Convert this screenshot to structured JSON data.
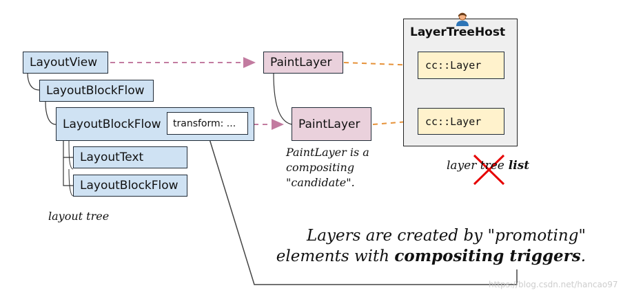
{
  "layout_tree": {
    "nodes": [
      "LayoutView",
      "LayoutBlockFlow",
      "LayoutBlockFlow",
      "LayoutText",
      "LayoutBlockFlow"
    ],
    "transform_label": "transform: ...",
    "caption": "layout tree"
  },
  "paint_layers": [
    "PaintLayer",
    "PaintLayer"
  ],
  "paint_note": [
    "PaintLayer is a",
    "compositing",
    "\"candidate\"."
  ],
  "layer_tree_host": {
    "title": "LayerTreeHost",
    "layers": [
      "cc::Layer",
      "cc::Layer"
    ]
  },
  "layer_tree_list": {
    "part1": "layer ",
    "struck": "tree",
    "part2": " list"
  },
  "main_caption": {
    "line1": "Layers are created by \"promoting\"",
    "line2_pre": "elements with ",
    "line2_bold": "compositing triggers",
    "line2_post": "."
  },
  "watermark": "https://blog.csdn.net/hancao97",
  "colors": {
    "layout_fill": "#cfe2f3",
    "paint_fill": "#ead1dc",
    "cc_fill": "#fff2cc",
    "host_fill": "#efefef",
    "pink_arrow": "#c27ba0",
    "orange_arrow": "#e69138",
    "cross_red": "#e60000"
  }
}
